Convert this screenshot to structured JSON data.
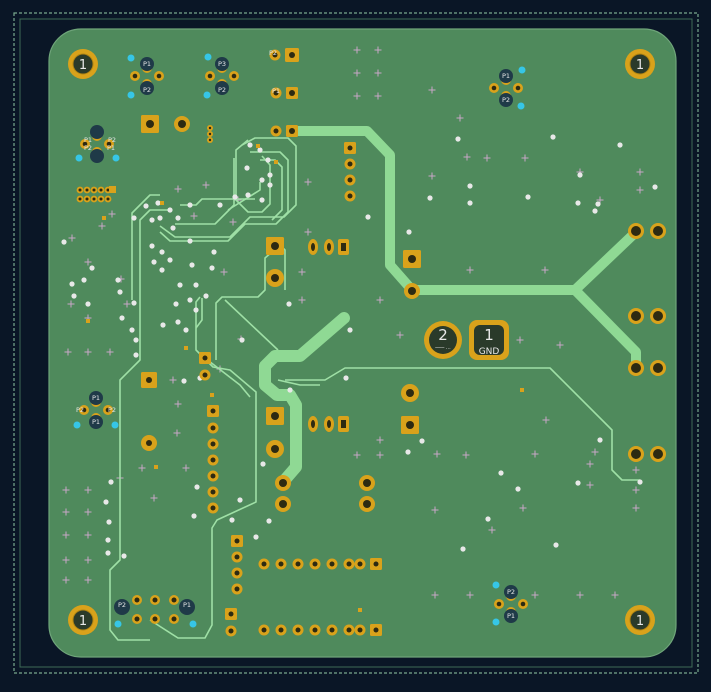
{
  "colors": {
    "background": "#0a1626",
    "board": "#4f8a5c",
    "board_edge": "#6fa57a",
    "copper_pour_trace": "#8fd994",
    "signal_trace": "#9fe0a6",
    "pad_gold": "#d9a21b",
    "pad_hole": "#2d2a12",
    "via": "#e8e8e8",
    "plus_marker": "#c9a7c7",
    "cyan_marker": "#36c6e6",
    "edge_cut": "#79a88d"
  },
  "mounting_holes": [
    {
      "label": "1"
    },
    {
      "label": "1"
    },
    {
      "label": "1"
    },
    {
      "label": "1"
    }
  ],
  "power_terminals": [
    {
      "number": "2",
      "caption": "─── …"
    },
    {
      "number": "1",
      "caption": "GND"
    }
  ],
  "connector_labels": [
    "P1",
    "P2",
    "P3",
    "P2",
    "P1",
    "P2",
    "P1",
    "P2",
    "P1",
    "P2",
    "P2",
    "P1",
    "P2",
    "P1",
    "P2",
    "P1",
    "P2",
    "P1",
    "P2",
    "P1"
  ],
  "icons": {
    "mounting_hole": "mounting-hole-icon",
    "via": "via-icon",
    "pad": "pad-icon",
    "marker": "plus-marker-icon"
  }
}
